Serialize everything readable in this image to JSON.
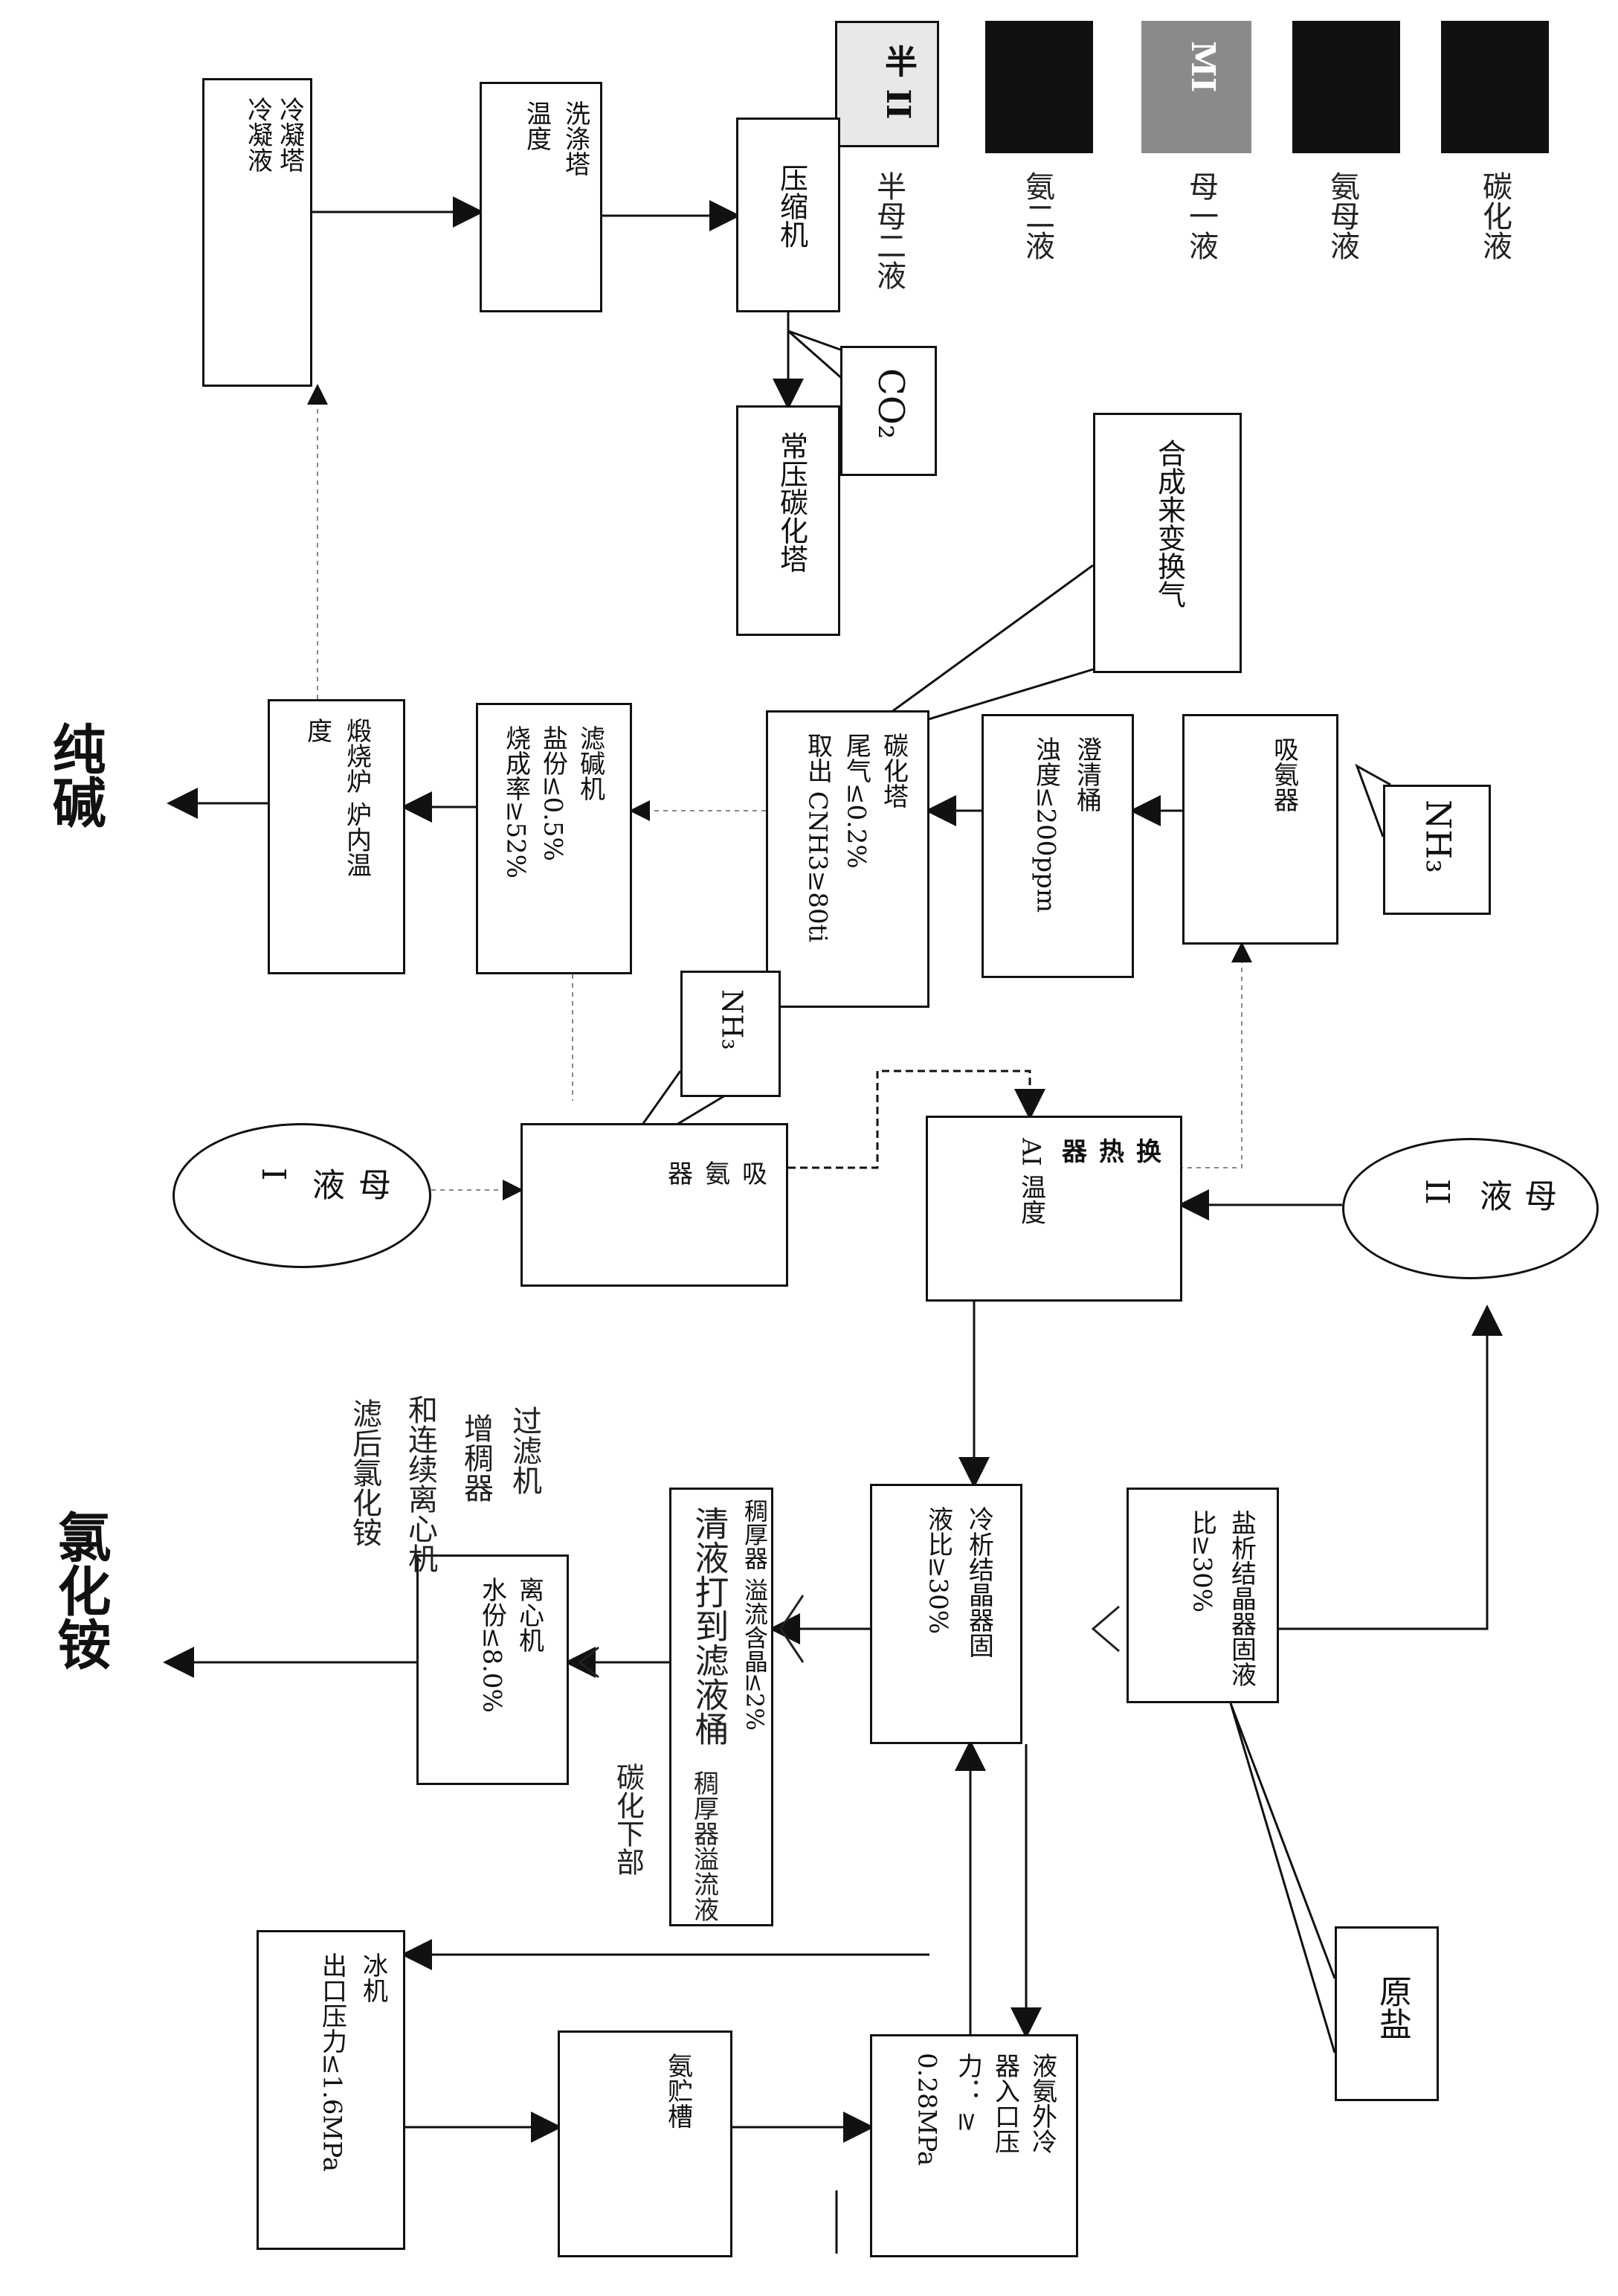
{
  "nodes": {
    "condenser": [
      "冷凝塔",
      "冷凝液"
    ],
    "wash_tower": [
      "洗涤塔",
      "温度"
    ],
    "compressor": [
      "压缩机"
    ],
    "atm_carbon": [
      "常压碳化塔"
    ],
    "synth_gas": [
      "合成来变换气"
    ],
    "ammonia_absorber_top": [
      "吸氨器"
    ],
    "clarifier": [
      "澄清桶",
      "浊度≤200ppm"
    ],
    "carbonation": [
      "碳化塔",
      "尾气≤0.2%",
      "取出 CNH3≥80ti"
    ],
    "filter": [
      "滤碱机",
      "盐份≤0.5%",
      "烧成率≥52%"
    ],
    "calciner": [
      "煅烧炉  炉内温",
      "度"
    ],
    "absorber_mid": [
      "吸",
      "氨",
      "器"
    ],
    "heat_exchanger": [
      "换",
      "热",
      "器",
      "AI 温度"
    ],
    "cold_crystallizer": [
      "冷析结晶器固",
      "液比≥30%"
    ],
    "salt_crystallizer": [
      "盐析结晶器固液",
      "比≥30%"
    ],
    "thickener": [
      "稠厚器  溢流含晶≤2%"
    ],
    "centrifuge": [
      "离心机",
      "水份≤8.0%"
    ],
    "ice_machine": [
      "冰机",
      "出口压力≤1.6MPa"
    ],
    "ammonia_tank": [
      "氨贮槽"
    ],
    "liquid_ammonia_cooler": [
      "液氨外冷",
      "器入口压",
      "力：  ≥",
      "0.28MPa"
    ]
  },
  "callouts": {
    "co2": "CO₂",
    "nh3_top": "NH₃",
    "nh3_mid": "NH₃",
    "raw_salt": "原盐"
  },
  "ellipses": {
    "mother_liquor_1": [
      "母",
      "液",
      "I"
    ],
    "mother_liquor_2": [
      "母",
      "液",
      "II"
    ]
  },
  "outputs": {
    "soda_ash": "纯碱",
    "ammonium_chloride": "氯化铵"
  },
  "legend": [
    {
      "code": "半 II",
      "note": "半母二液",
      "color": "#e8e8e8"
    },
    {
      "code": "",
      "note": "氨二液",
      "color": "#111111"
    },
    {
      "code": "MI",
      "note": "母一液",
      "color": "#8a8a8a"
    },
    {
      "code": "",
      "note": "氨母液",
      "color": "#111111"
    },
    {
      "code": "",
      "note": "碳化液",
      "color": "#111111"
    }
  ],
  "handwritten": {
    "thickener_note": "清液打到滤液桶",
    "thickener_note2": "稠厚器溢流液",
    "under_tank": "碳化下部",
    "centrifuge_note": [
      "过滤机",
      "增稠器",
      "和连续离心机",
      "滤后氯化铵"
    ]
  }
}
